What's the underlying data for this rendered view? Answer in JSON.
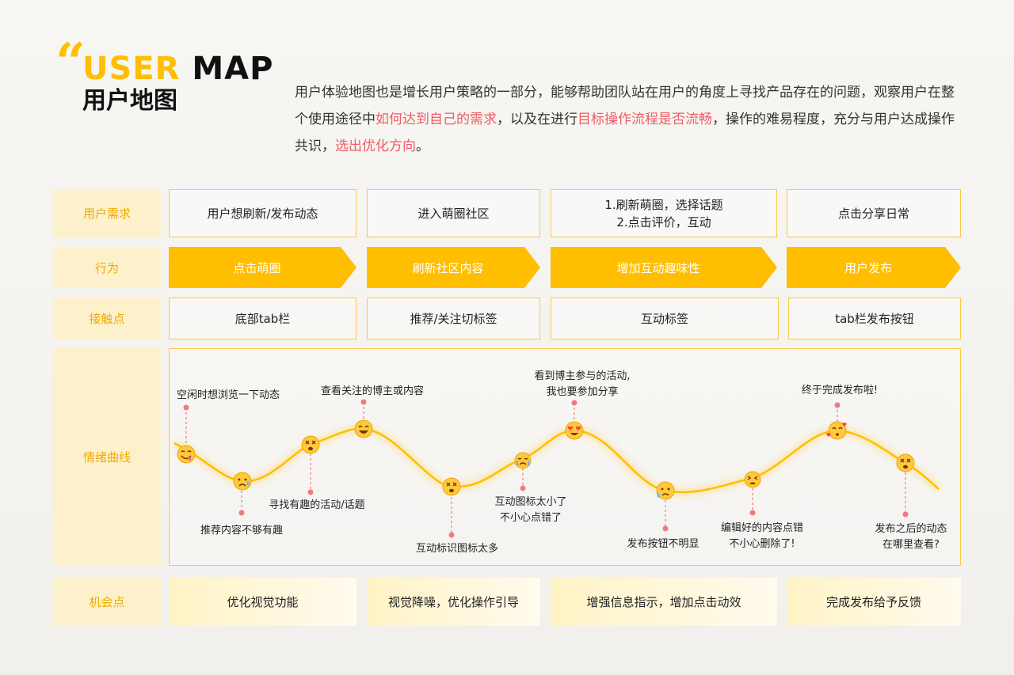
{
  "header": {
    "title_en_1": "USER",
    "title_en_2": "MAP",
    "title_cn": "用户地图",
    "intro": {
      "p1": "用户体验地图也是增长用户策略的一部分，能够帮助团队站在用户的角度上寻找产品存在的问题，观察用户在整个使用途径中",
      "hl1": "如何达到自己的需求",
      "p2": "，以及在进行",
      "hl2": "目标操作流程是否流畅",
      "p3": "，操作的难易程度，充分与用户达成操作共识，",
      "hl3": "选出优化方向",
      "p4": "。"
    }
  },
  "rows": {
    "needs": "用户需求",
    "behavior": "行为",
    "touchpoint": "接触点",
    "emotion": "情绪曲线",
    "opportunity": "机会点"
  },
  "needs": [
    "用户想刷新/发布动态",
    "进入萌圈社区",
    "1.刷新萌圈，选择话题\n2.点击评价，互动",
    "点击分享日常"
  ],
  "behavior": [
    "点击萌圈",
    "刷新社区内容",
    "增加互动趣味性",
    "用户发布"
  ],
  "touchpoints": [
    "底部tab栏",
    "推荐/关注切标签",
    "互动标签",
    "tab栏发布按钮"
  ],
  "opportunities": [
    "优化视觉功能",
    "视觉降噪，优化操作引导",
    "增强信息指示，增加点击动效",
    "完成发布给予反馈"
  ],
  "emotions": [
    "空闲时想浏览一下动态",
    "推荐内容不够有趣",
    "寻找有趣的活动/话题",
    "查看关注的博主或内容",
    "互动标识图标太多",
    "互动图标太小了\n不小心点错了",
    "看到博主参与的活动,\n我也要参加分享",
    "发布按钮不明显",
    "编辑好的内容点错\n不小心删除了!",
    "终于完成发布啦!",
    "发布之后的动态\n在哪里查看?"
  ],
  "colors": {
    "accent": "#ffbe00",
    "highlight": "#ef5c63",
    "label_bg": "#fdf1cc",
    "label_text": "#efaa00",
    "dot": "#f07a80"
  },
  "icons": [
    "smiley-icon",
    "grinning-face-icon",
    "heart-eyes-face-icon",
    "sad-face-icon",
    "dizzy-face-icon",
    "crying-face-icon",
    "tired-face-icon",
    "kissing-hearts-face-icon"
  ]
}
